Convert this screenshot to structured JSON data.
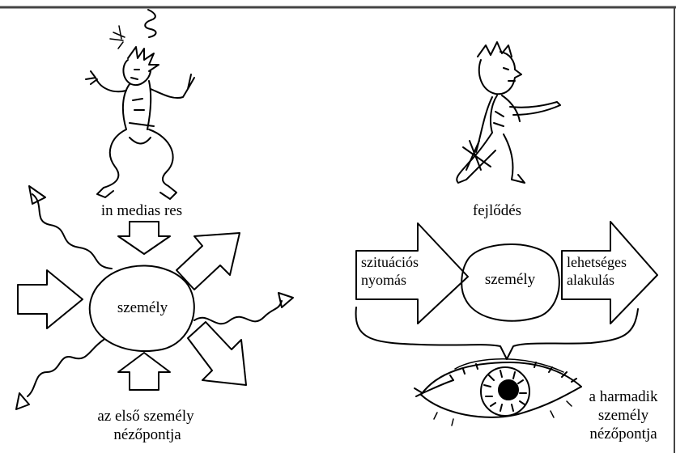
{
  "left_panel": {
    "figure_caption": "in medias res",
    "center_label": "személy",
    "bottom_caption_line1": "az első személy",
    "bottom_caption_line2": "nézőpontja"
  },
  "right_panel": {
    "figure_caption": "fejlődés",
    "arrow_left_line1": "szituációs",
    "arrow_left_line2": "nyomás",
    "center_label": "személy",
    "arrow_right_line1": "lehetséges",
    "arrow_right_line2": "alakulás",
    "eye_caption_line1": "a harmadik",
    "eye_caption_line2": "személy",
    "eye_caption_line3": "nézőpontja"
  }
}
